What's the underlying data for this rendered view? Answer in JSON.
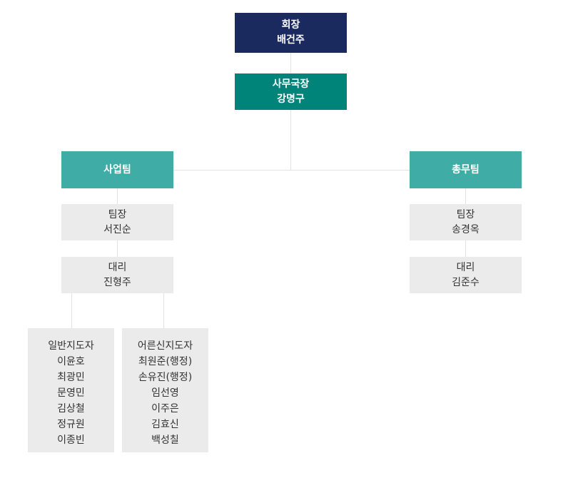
{
  "chairman": {
    "title": "회장",
    "name": "배건주"
  },
  "secretary_general": {
    "title": "사무국장",
    "name": "강명구"
  },
  "business_team": {
    "name": "사업팀",
    "leader": {
      "title": "팀장",
      "name": "서진순"
    },
    "assistant": {
      "title": "대리",
      "name": "진형주"
    },
    "general_instructors": {
      "title": "일반지도자",
      "members": [
        "이윤호",
        "최광민",
        "문영민",
        "김상철",
        "정규원",
        "이종빈"
      ]
    },
    "senior_instructors": {
      "title": "어른신지도자",
      "members": [
        "최원준(행정)",
        "손유진(행정)",
        "임선영",
        "이주은",
        "김효신",
        "백성칠"
      ]
    }
  },
  "general_affairs_team": {
    "name": "총무팀",
    "leader": {
      "title": "팀장",
      "name": "송경옥"
    },
    "assistant": {
      "title": "대리",
      "name": "김준수"
    }
  }
}
